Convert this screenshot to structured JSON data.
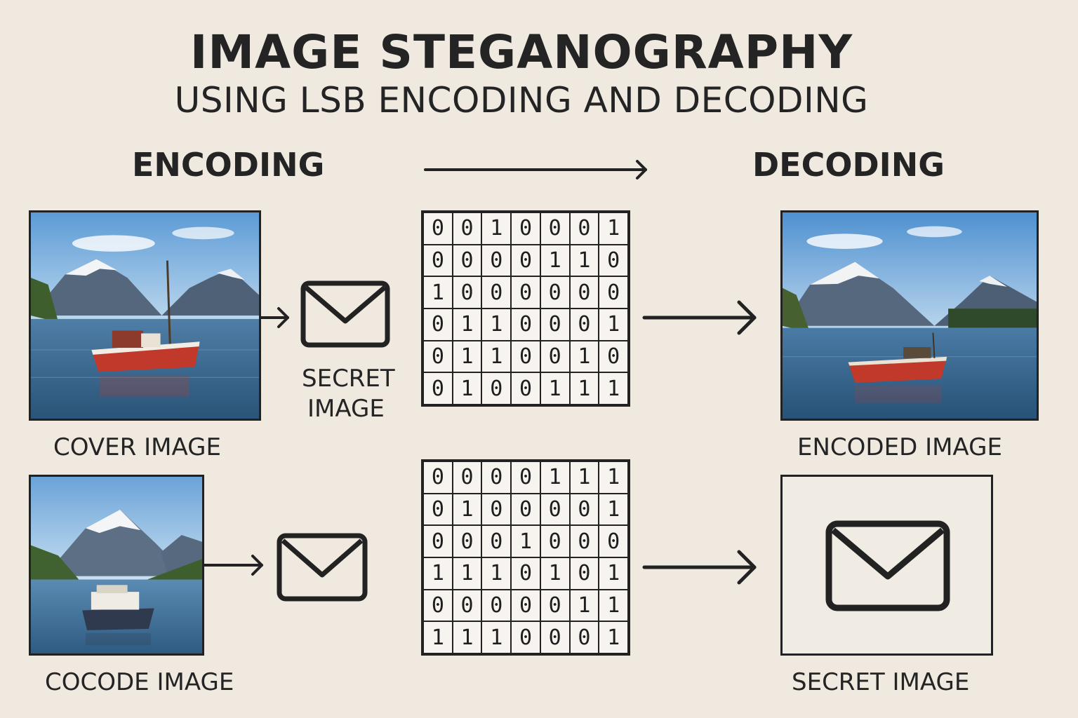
{
  "title": "IMAGE STEGANOGRAPHY",
  "subtitle": "USING LSB ENCODING AND DECODING",
  "headings": {
    "encoding": "ENCODING",
    "decoding": "DECODING"
  },
  "labels": {
    "cover_image": "COVER IMAGE",
    "secret_image_line1": "SECRET",
    "secret_image_line2": "IMAGE",
    "encoded_image": "ENCODED IMAGE",
    "cocode_image": "COCODE IMAGE",
    "secret_image": "SECRET IMAGE"
  },
  "icons": {
    "envelope": "envelope-icon",
    "arrow": "arrow-right-icon"
  },
  "colors": {
    "background": "#efe9e0",
    "ink": "#242424",
    "boat_red": "#c0392b"
  },
  "bit_grid_top": [
    [
      "0",
      "0",
      "1",
      "0",
      "0",
      "0",
      "1"
    ],
    [
      "0",
      "0",
      "0",
      "0",
      "1",
      "1",
      "0"
    ],
    [
      "1",
      "0",
      "0",
      "0",
      "0",
      "0",
      "0"
    ],
    [
      "0",
      "1",
      "1",
      "0",
      "0",
      "0",
      "1"
    ],
    [
      "0",
      "1",
      "1",
      "0",
      "0",
      "1",
      "0"
    ],
    [
      "0",
      "1",
      "0",
      "0",
      "1",
      "1",
      "1"
    ]
  ],
  "bit_grid_bottom": [
    [
      "0",
      "0",
      "0",
      "0",
      "1",
      "1",
      "1"
    ],
    [
      "0",
      "1",
      "0",
      "0",
      "0",
      "0",
      "1"
    ],
    [
      "0",
      "0",
      "0",
      "1",
      "0",
      "0",
      "0"
    ],
    [
      "1",
      "1",
      "1",
      "0",
      "1",
      "0",
      "1"
    ],
    [
      "0",
      "0",
      "0",
      "0",
      "0",
      "1",
      "1"
    ],
    [
      "1",
      "1",
      "1",
      "0",
      "0",
      "0",
      "1"
    ]
  ]
}
